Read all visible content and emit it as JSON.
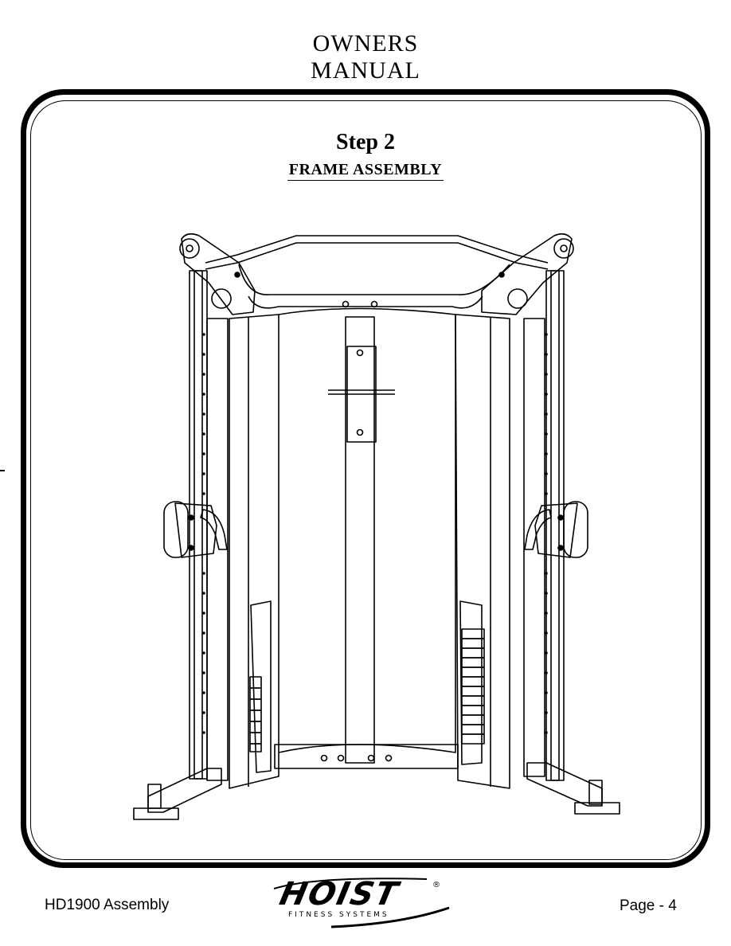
{
  "header": {
    "line1": "OWNERS",
    "line2": "MANUAL"
  },
  "step": {
    "title": "Step 2",
    "subtitle": "FRAME ASSEMBLY"
  },
  "illustration": {
    "icon": "functional-trainer-frame-illustration"
  },
  "footer": {
    "left": "HD1900 Assembly",
    "logo_text": "HOIST",
    "logo_tagline": "FITNESS SYSTEMS",
    "right": "Page - 4"
  }
}
